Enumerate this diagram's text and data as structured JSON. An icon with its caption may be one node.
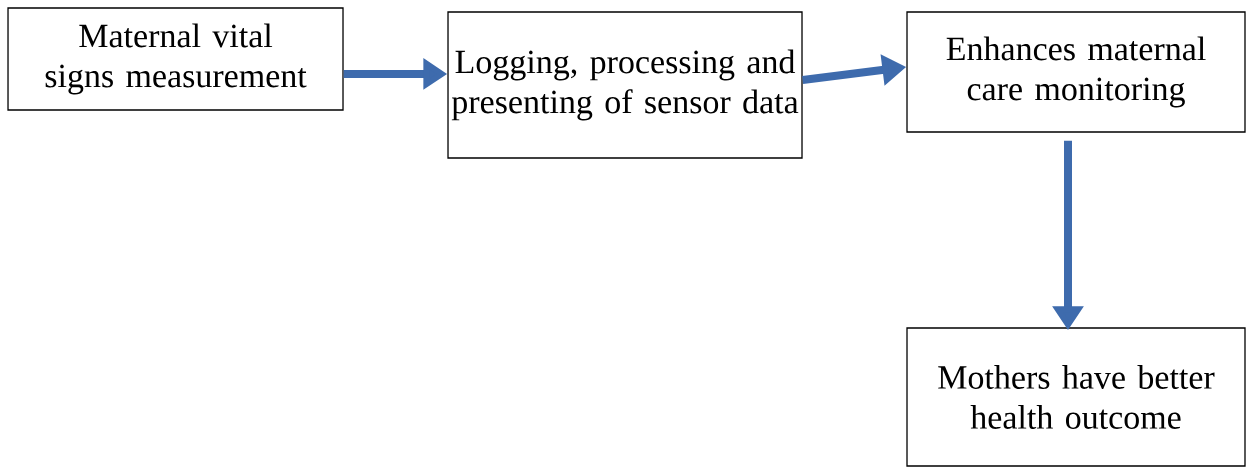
{
  "diagram": {
    "nodes": [
      {
        "text": [
          "Maternal vital signs measurement"
        ]
      },
      {
        "text": [
          "Logging, processing and presenting of sensor data"
        ]
      },
      {
        "text": [
          "Enhances maternal care monitoring"
        ]
      },
      {
        "text": [
          "Mothers have better health outcome"
        ]
      }
    ],
    "edges": [
      {
        "from": 0,
        "to": 1,
        "arrow": "to"
      },
      {
        "from": 1,
        "to": 2,
        "arrow": "to"
      },
      {
        "from": 2,
        "to": 3,
        "arrow": "to"
      }
    ]
  }
}
